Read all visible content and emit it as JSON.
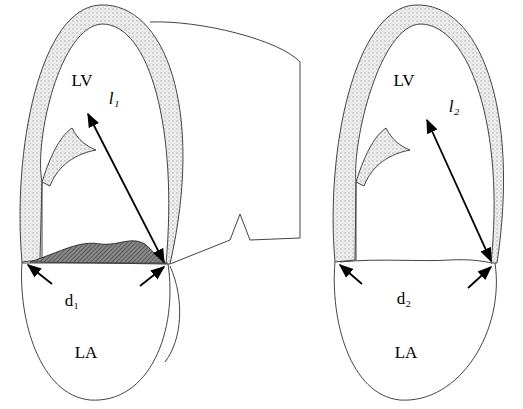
{
  "diagram": {
    "labels": [
      "LV",
      "l₁",
      "d₁",
      "LA",
      "LV",
      "l₂",
      "d₂",
      "LA"
    ]
  }
}
